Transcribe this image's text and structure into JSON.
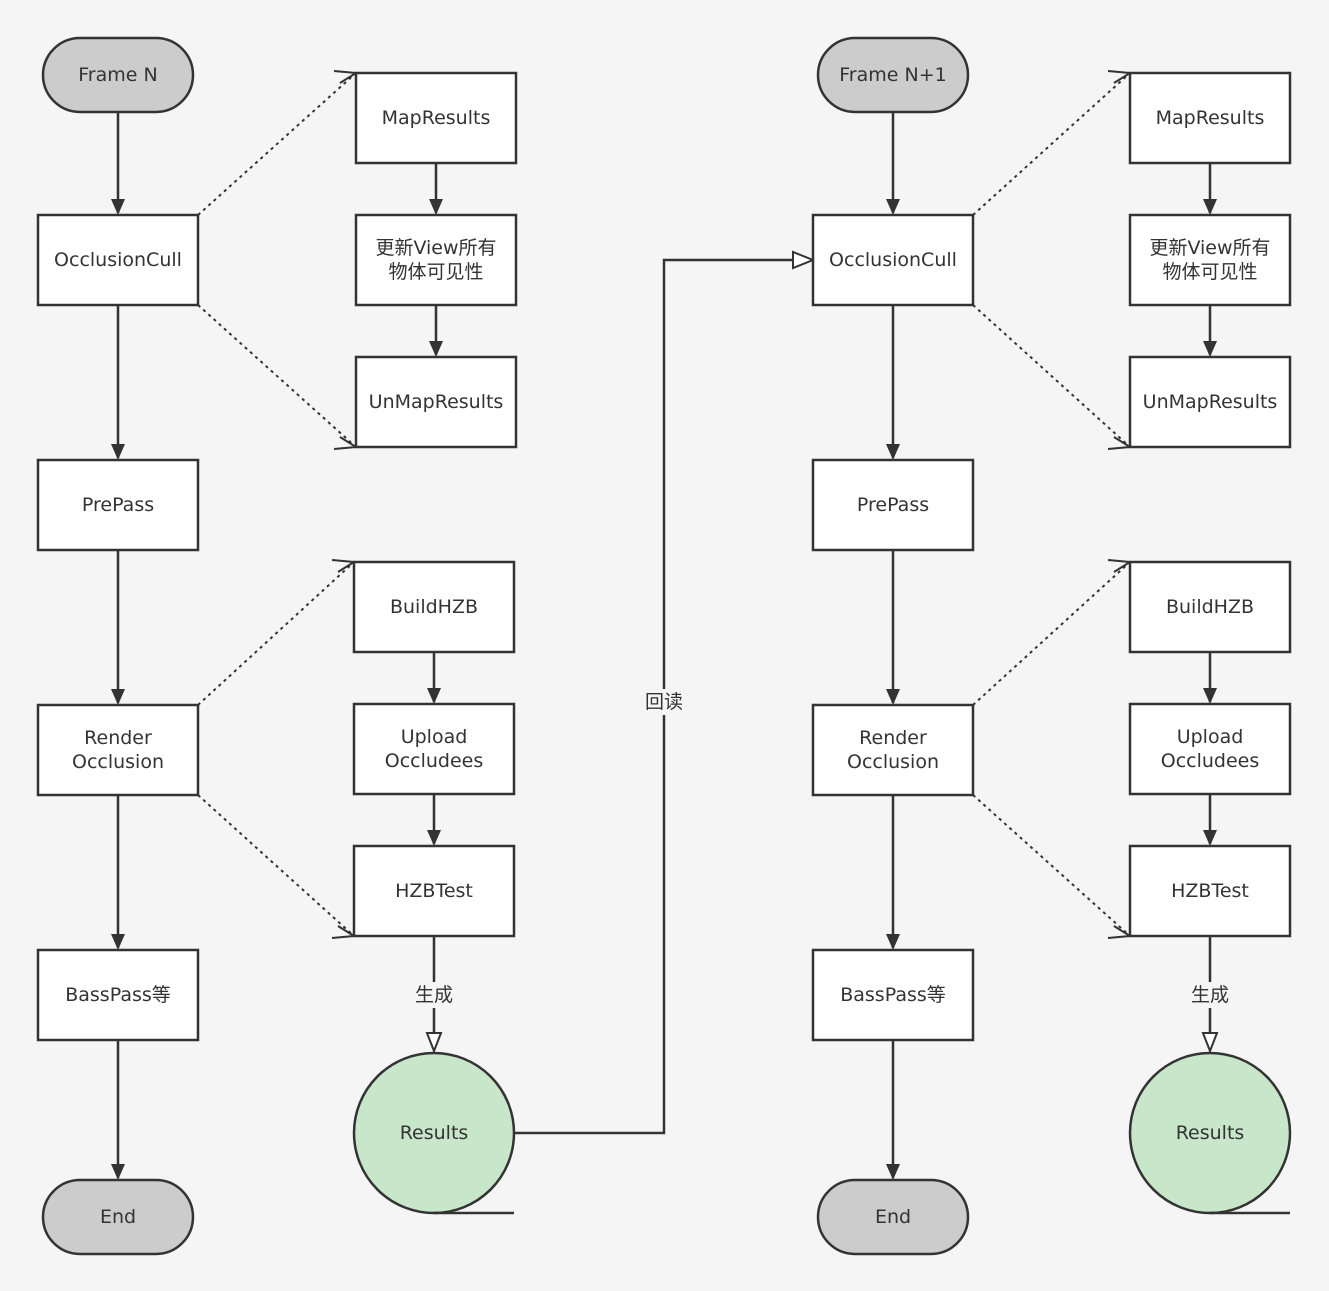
{
  "colors": {
    "background": "#f5f5f5",
    "stroke": "#333333",
    "terminal_fill": "#cccccc",
    "process_fill": "#ffffff",
    "results_fill": "#c8e6c9",
    "text": "#333333",
    "label_bg": "#f5f5f5"
  },
  "nodes": {
    "n_frame_n": "Frame N",
    "n_occ_cull_1": "OcclusionCull",
    "n_prepass_1": "PrePass",
    "n_render_occ_1": "Render\nOcclusion",
    "n_basspass_1": "BassPass等",
    "n_end_1": "End",
    "n_map_1": "MapResults",
    "n_update_1": "更新View所有\n物体可见性",
    "n_unmap_1": "UnMapResults",
    "n_buildhzb_1": "BuildHZB",
    "n_upload_1": "Upload\nOccludees",
    "n_hzbtest_1": "HZBTest",
    "n_results_1": "Results",
    "n_frame_n1": "Frame N+1",
    "n_occ_cull_2": "OcclusionCull",
    "n_prepass_2": "PrePass",
    "n_render_occ_2": "Render\nOcclusion",
    "n_basspass_2": "BassPass等",
    "n_end_2": "End",
    "n_map_2": "MapResults",
    "n_update_2": "更新View所有\n物体可见性",
    "n_unmap_2": "UnMapResults",
    "n_buildhzb_2": "BuildHZB",
    "n_upload_2": "Upload\nOccludees",
    "n_hzbtest_2": "HZBTest",
    "n_results_2": "Results"
  },
  "edge_labels": {
    "generate": "生成",
    "readback": "回读"
  }
}
